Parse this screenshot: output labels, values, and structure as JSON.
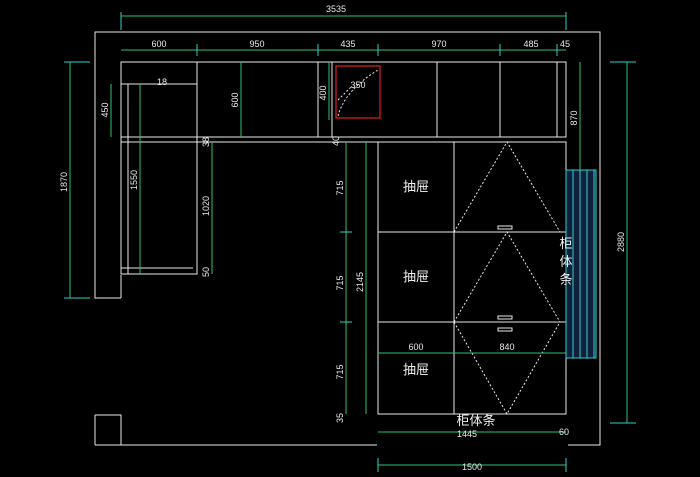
{
  "dimensions": {
    "total_width": "3535",
    "top_600": "600",
    "top_950": "950",
    "top_435": "435",
    "top_970": "970",
    "top_485": "485",
    "top_45": "45",
    "left_1870": "1870",
    "left_450": "450",
    "left_1550": "1550",
    "small_18": "18",
    "upper_600": "600",
    "d_38": "38",
    "d_1020": "1020",
    "d_50": "50",
    "upper_400": "400",
    "shelf_350": "350",
    "d_40": "40",
    "right_870": "870",
    "right_2880": "2880",
    "d_715a": "715",
    "d_715b": "715",
    "d_715c": "715",
    "d_2145": "2145",
    "d_35": "35",
    "in_600": "600",
    "in_840": "840",
    "bottom_1445": "1445",
    "bottom_60": "60",
    "bottom_1500": "1500"
  },
  "labels": {
    "drawer_1": "抽屉",
    "drawer_2": "抽屉",
    "drawer_3": "抽屉",
    "strip_char_1": "柜",
    "strip_char_2": "体",
    "strip_char_3": "条",
    "strip_bottom": "柜体条"
  },
  "colors": {
    "background": "#000000",
    "line": "#e8e8e8",
    "dimension": "#2fbf6a",
    "extension": "#2fd1d1",
    "highlight": "#e02020",
    "strip_fill": "#10203a"
  }
}
